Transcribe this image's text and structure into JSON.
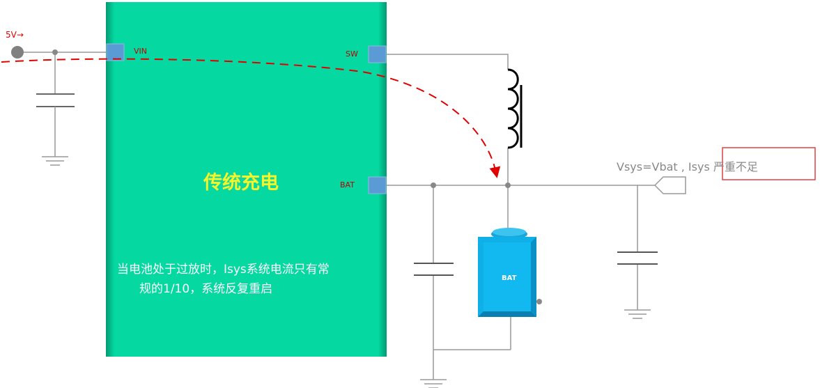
{
  "source_label": "5V→",
  "chip": {
    "title": "传统充电",
    "description_line1": "当电池处于过放时，Isys系统电流只有常",
    "description_line2": "规的1/10，系统反复重启",
    "pins": {
      "vin": "VIN",
      "sw": "SW",
      "bat": "BAT"
    }
  },
  "battery_label": "BAT",
  "output_note": "Vsys=Vbat , Isys 严重不足",
  "colors": {
    "chip": "#05d8a0",
    "pin": "#5b9bd5",
    "battery": "#0fb0e8",
    "flow": "#e00000",
    "highlight_box": "#e04040"
  }
}
